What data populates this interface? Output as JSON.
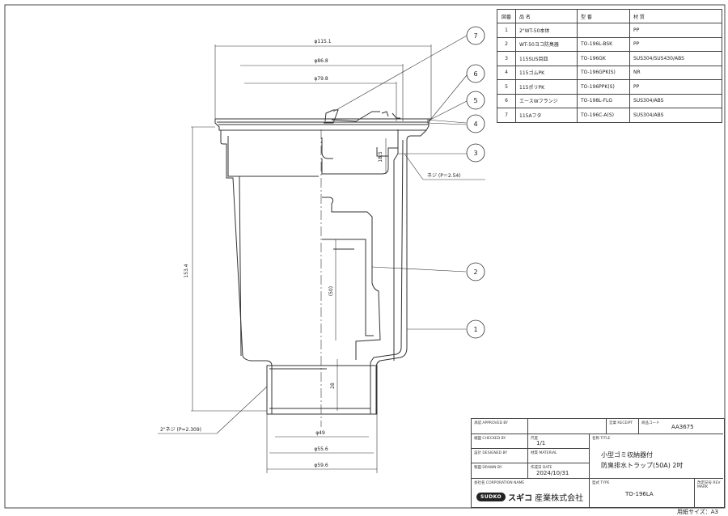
{
  "parts_table": {
    "headers": [
      "図番",
      "品 名",
      "型 番",
      "材 質"
    ],
    "rows": [
      [
        "1",
        "2\"WT-50本体",
        "",
        "PP"
      ],
      [
        "2",
        "WT-50ヨコ防臭器",
        "TO-196L-BSK",
        "PP"
      ],
      [
        "3",
        "115SUS目皿",
        "TO-196GK",
        "SUS304/SUS430/ABS"
      ],
      [
        "4",
        "115ゴムPK",
        "TO-196GPK(S)",
        "NR"
      ],
      [
        "5",
        "115ポリPK",
        "TO-196PPK(S)",
        "PP"
      ],
      [
        "6",
        "エースWフランジ",
        "TO-198L-FLG",
        "SUS304/ABS"
      ],
      [
        "7",
        "115Aフタ",
        "TO-196C-A(S)",
        "SUS304/ABS"
      ]
    ]
  },
  "dimensions": {
    "d_top": "φ115.1",
    "d_mid": "φ86.8",
    "d_inner": "φ79.8",
    "height_total": "153.4",
    "depth_basket": "18.5",
    "trap_depth": "(50)",
    "thread_len": "28",
    "d_bottom_inner": "φ49",
    "d_bottom_mid": "φ55.6",
    "d_bottom_outer": "φ59.6",
    "screw_upper": "ネジ (P＝2.54)",
    "screw_lower": "2\"ネジ (P=2.309)"
  },
  "balloons": [
    "1",
    "2",
    "3",
    "4",
    "5",
    "6",
    "7"
  ],
  "title_block": {
    "approved_label": "承認 APPROVED BY",
    "checked_label": "検図 CHECKED BY",
    "designed_label": "設計 DESIGNED BY",
    "drawn_label": "製図 DRAWN BY",
    "scale_label": "尺度",
    "scale_value": "1/1",
    "material_label": "材質 MATERIAL",
    "date_label": "作成日 DATE",
    "date_value": "2024/10/31",
    "dept_label": "営業 RECEIPT",
    "product_code_label": "商品コード",
    "product_code_value": "AA3675",
    "title_label": "名称 TITLE",
    "title_line1": "小型ゴミ収納器付",
    "title_line2": "防臭排水トラップ(50A) 2吋",
    "corp_label": "会社名 CORPORATION NAME",
    "logo_text": "SUDKO",
    "logo_kana": "スギコ",
    "company_name": "産業株式会社",
    "type_label": "型式 TYPE",
    "type_value": "TO-196LA",
    "rev_label": "改定記号 REV MARK"
  },
  "paper_size": "用紙サイズ：A3"
}
